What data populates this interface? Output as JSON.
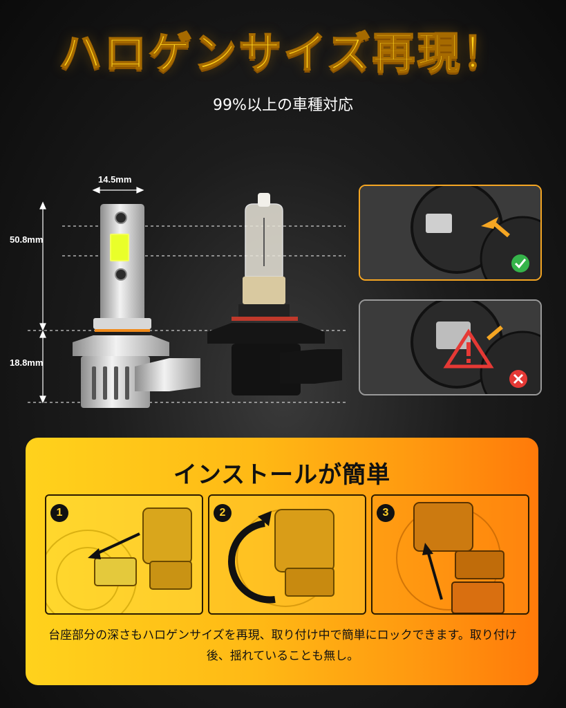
{
  "header": {
    "title": "ハロゲンサイズ再現！",
    "subtitle": "99%以上の車種対応"
  },
  "dimensions": {
    "width_label": "14.5mm",
    "upper_height_label": "50.8mm",
    "lower_height_label": "18.8mm"
  },
  "comparison": {
    "led_photo": {
      "status_icon": "checkmark-icon",
      "accent_color": "#f5a623"
    },
    "halogen_photo": {
      "status_icon": "cross-icon",
      "warning_icon": "warning-triangle-icon"
    }
  },
  "install": {
    "title": "インストールが簡単",
    "steps": [
      {
        "number": "1",
        "icon": "insert-arrow-icon"
      },
      {
        "number": "2",
        "icon": "rotate-arrow-icon"
      },
      {
        "number": "3",
        "icon": "connect-arrow-icon"
      }
    ],
    "description": "台座部分の深さもハロゲンサイズを再現、取り付け中で簡単にロックできます。取り付け後、揺れていることも無し。"
  },
  "colors": {
    "title_yellow": "#ffd21a",
    "panel_start": "#ffd21c",
    "panel_end": "#ff7a0a",
    "ok_green": "#35b44a",
    "ng_red": "#e53935"
  }
}
